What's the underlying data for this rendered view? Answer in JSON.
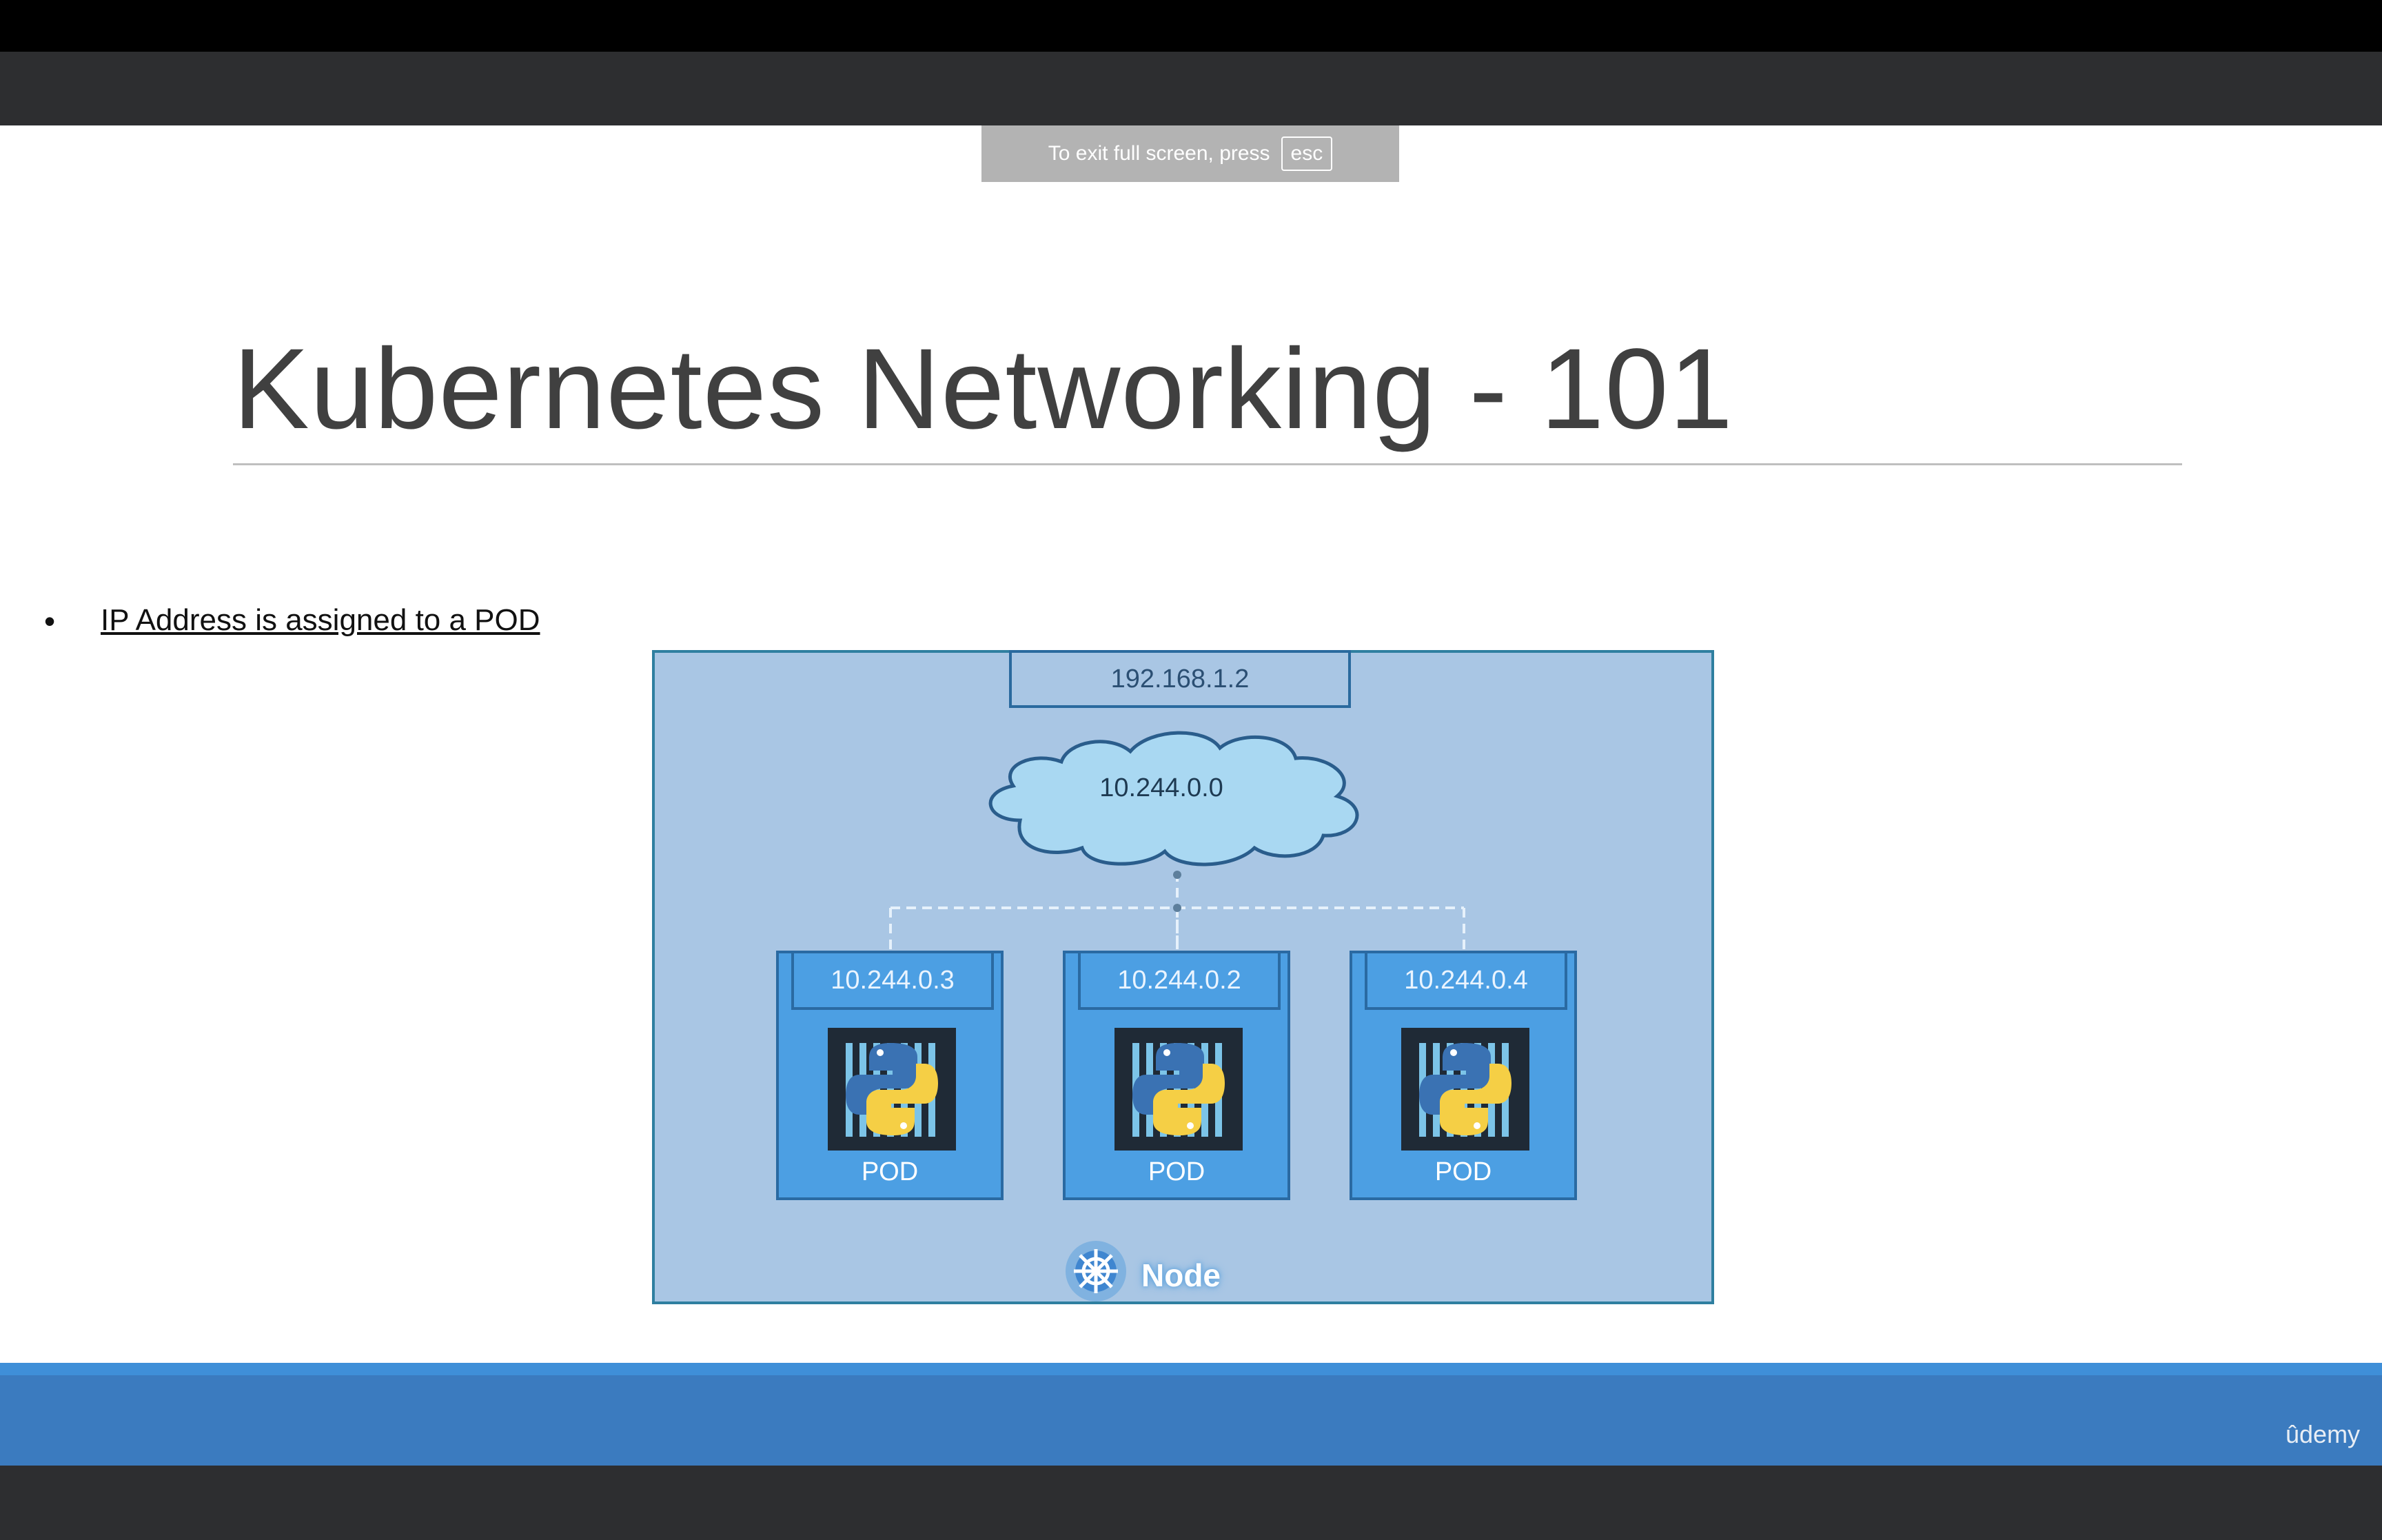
{
  "fullscreen_toast": {
    "message": "To exit full screen, press",
    "key": "esc"
  },
  "slide": {
    "title": "Kubernetes Networking - 101",
    "bullet": "IP Address is assigned to a POD"
  },
  "diagram": {
    "node_ip": "192.168.1.2",
    "network": "10.244.0.0",
    "node_label": "Node",
    "pods": [
      {
        "ip": "10.244.0.3",
        "label": "POD"
      },
      {
        "ip": "10.244.0.2",
        "label": "POD"
      },
      {
        "ip": "10.244.0.4",
        "label": "POD"
      }
    ]
  },
  "brand": {
    "logo_text": "ûdemy"
  },
  "colors": {
    "node_fill": "#a9c6e4",
    "pod_fill": "#4c9fe3",
    "cloud_fill": "#a9d8f2",
    "bottom_band": "#3b7bbf"
  },
  "icons": {
    "pod_icon": "python-container-icon",
    "node_icon": "kubernetes-helm-icon"
  }
}
